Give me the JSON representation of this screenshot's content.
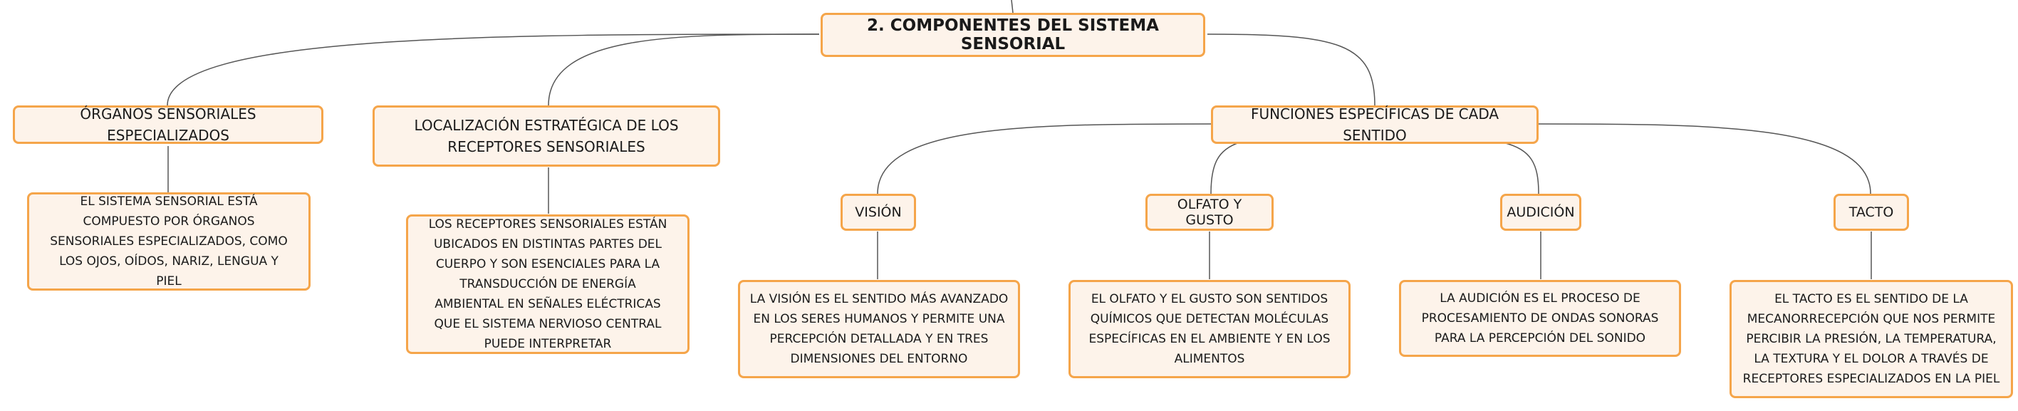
{
  "root": {
    "label": "2. COMPONENTES DEL SISTEMA SENSORIAL"
  },
  "branches": {
    "organos": {
      "label": "ÓRGANOS SENSORIALES ESPECIALIZADOS",
      "detail": "EL SISTEMA SENSORIAL ESTÁ COMPUESTO POR ÓRGANOS SENSORIALES ESPECIALIZADOS, COMO LOS OJOS, OÍDOS, NARIZ, LENGUA Y PIEL"
    },
    "localizacion": {
      "label": "LOCALIZACIÓN ESTRATÉGICA DE LOS RECEPTORES SENSORIALES",
      "detail": "LOS RECEPTORES SENSORIALES ESTÁN UBICADOS EN DISTINTAS PARTES DEL CUERPO Y SON ESENCIALES PARA LA TRANSDUCCIÓN DE ENERGÍA AMBIENTAL EN SEÑALES ELÉCTRICAS QUE EL SISTEMA NERVIOSO CENTRAL PUEDE INTERPRETAR"
    },
    "funciones": {
      "label": "FUNCIONES ESPECÍFICAS DE CADA SENTIDO",
      "children": {
        "vision": {
          "label": "VISIÓN",
          "detail": "LA VISIÓN ES EL SENTIDO MÁS AVANZADO EN LOS SERES HUMANOS Y PERMITE UNA PERCEPCIÓN DETALLADA Y EN TRES DIMENSIONES DEL ENTORNO"
        },
        "olfato": {
          "label": "OLFATO Y GUSTO",
          "detail": "EL OLFATO Y EL GUSTO SON SENTIDOS QUÍMICOS QUE DETECTAN MOLÉCULAS ESPECÍFICAS EN EL AMBIENTE Y EN LOS ALIMENTOS"
        },
        "audicion": {
          "label": "AUDICIÓN",
          "detail": "LA AUDICIÓN ES EL PROCESO DE PROCESAMIENTO DE ONDAS SONORAS PARA LA PERCEPCIÓN DEL SONIDO"
        },
        "tacto": {
          "label": "TACTO",
          "detail": "EL TACTO ES EL SENTIDO DE LA MECANORRECEPCIÓN QUE NOS PERMITE PERCIBIR LA PRESIÓN, LA TEMPERATURA, LA TEXTURA Y EL DOLOR A TRAVÉS DE RECEPTORES ESPECIALIZADOS EN LA PIEL"
        }
      }
    }
  },
  "colors": {
    "node_border": "#f5a54a",
    "node_fill": "#fdf3ea",
    "connector": "#555555"
  }
}
